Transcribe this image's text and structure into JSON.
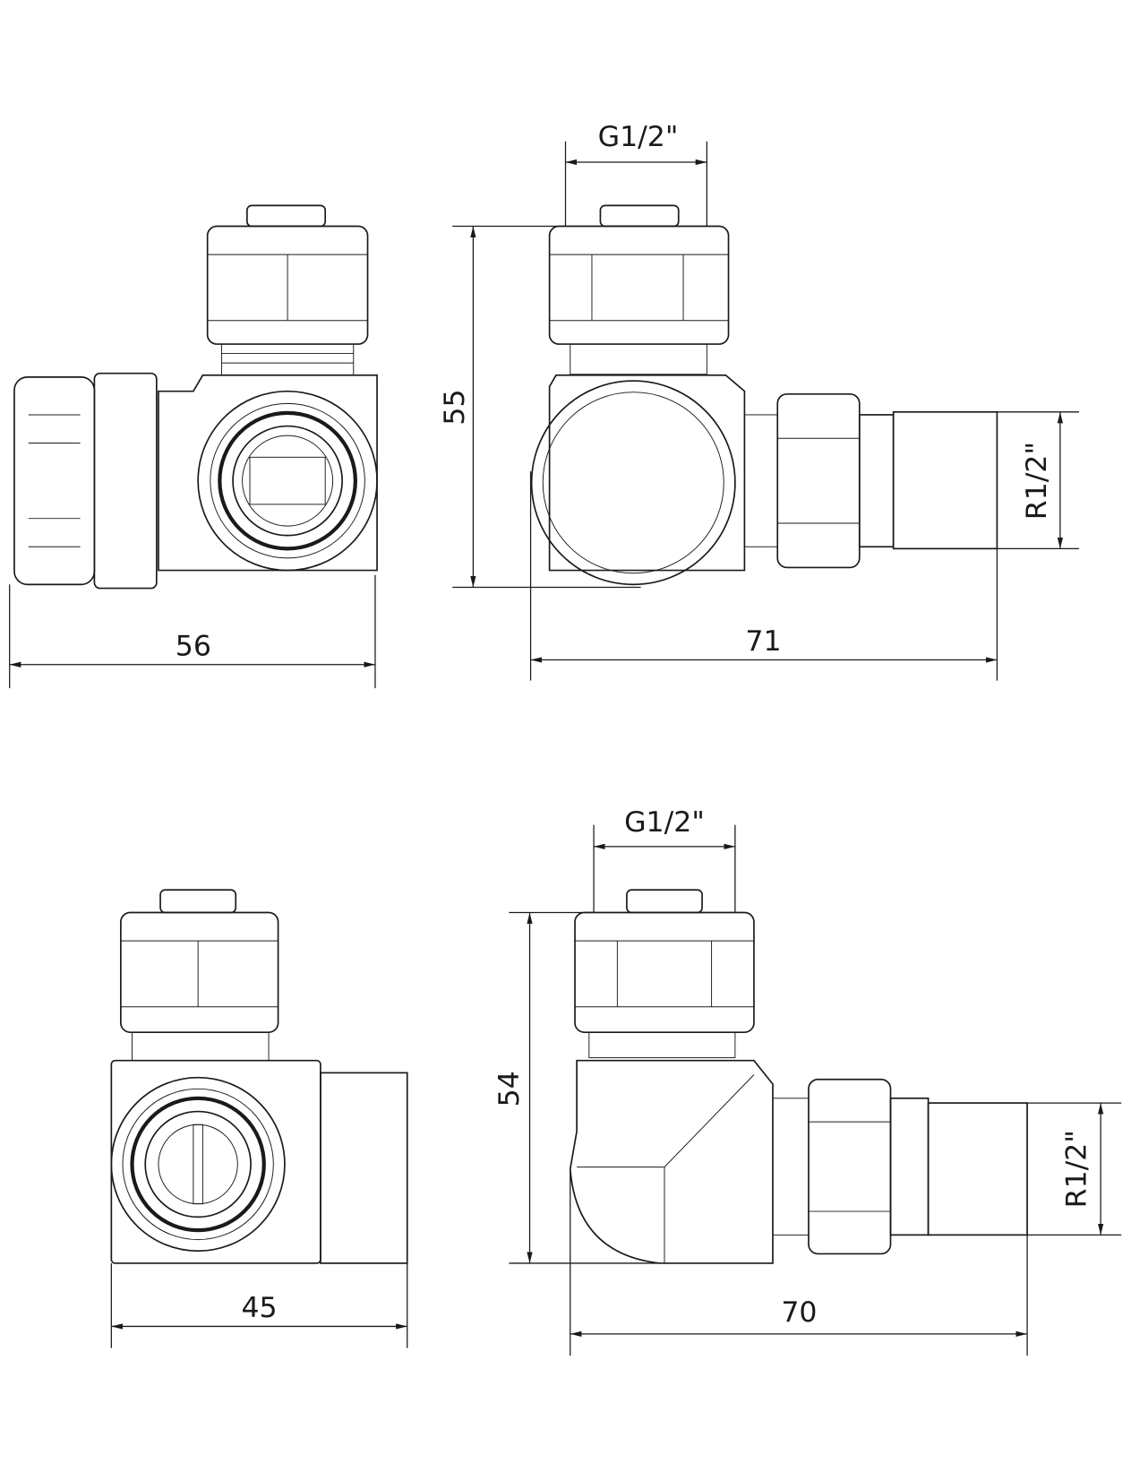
{
  "title": "Radiator valve dimension drawing",
  "views": {
    "top_left": {
      "width_label": "56"
    },
    "top_right": {
      "thread_top_label": "G1/2\"",
      "height_label": "55",
      "thread_side_label": "R1/2\"",
      "width_label": "71"
    },
    "bottom_left": {
      "width_label": "45"
    },
    "bottom_right": {
      "thread_top_label": "G1/2\"",
      "height_label": "54",
      "thread_side_label": "R1/2\"",
      "width_label": "70"
    }
  },
  "colors": {
    "line": "#1a1a1a",
    "background": "#ffffff"
  }
}
